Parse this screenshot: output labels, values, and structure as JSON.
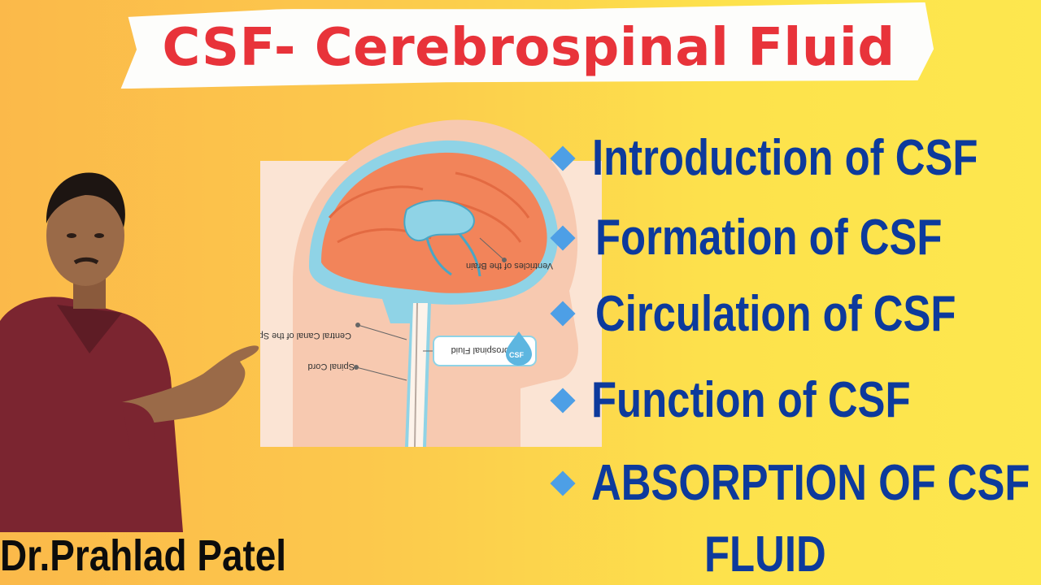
{
  "title": "CSF- Cerebrospinal Fluid",
  "topics": [
    {
      "label": "Introduction of CSF"
    },
    {
      "label": "Formation of CSF"
    },
    {
      "label": "Circulation of CSF"
    },
    {
      "label": "Function of CSF"
    },
    {
      "label": "ABSORPTION OF CSF"
    },
    {
      "label": "FLUID"
    }
  ],
  "diagram": {
    "labels": {
      "ventricles": "Ventricles of the Brain",
      "central_canal": "Central Canal of the Spinal Cord",
      "spinal_cord": "Spinal Cord",
      "csf_box": "Cerebrospinal Fluid",
      "csf_drop": "CSF"
    }
  },
  "author": "Dr.Prahlad Patel",
  "colors": {
    "title_red": "#e8333a",
    "topic_blue": "#0d3a9c",
    "bullet_blue": "#4d9fe6",
    "brain_orange": "#f2845a",
    "csf_blue": "#8fd3e6"
  }
}
